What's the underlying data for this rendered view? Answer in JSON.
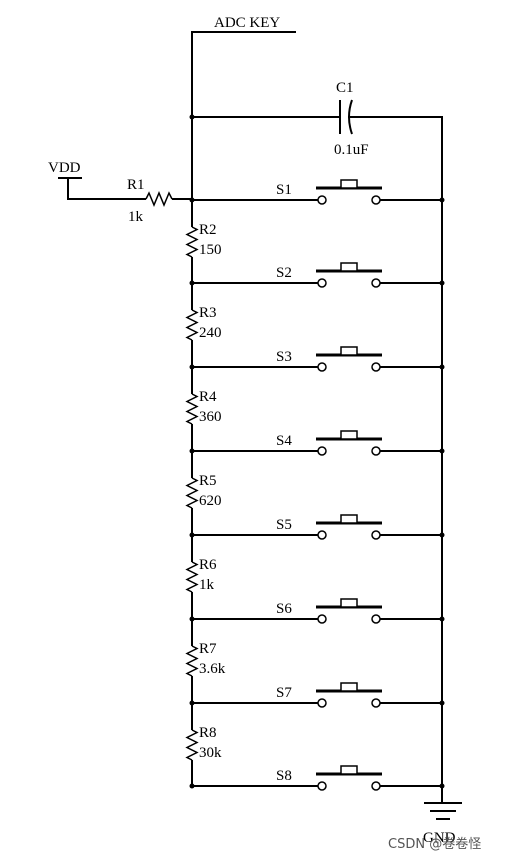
{
  "net_label": "ADC KEY",
  "vdd_label": "VDD",
  "gnd_label": "GND",
  "capacitor": {
    "name": "C1",
    "value": "0.1uF"
  },
  "r1": {
    "name": "R1",
    "value": "1k"
  },
  "ladder": [
    {
      "resistor": null,
      "switch": "S1"
    },
    {
      "resistor": {
        "name": "R2",
        "value": "150"
      },
      "switch": "S2"
    },
    {
      "resistor": {
        "name": "R3",
        "value": "240"
      },
      "switch": "S3"
    },
    {
      "resistor": {
        "name": "R4",
        "value": "360"
      },
      "switch": "S4"
    },
    {
      "resistor": {
        "name": "R5",
        "value": "620"
      },
      "switch": "S5"
    },
    {
      "resistor": {
        "name": "R6",
        "value": "1k"
      },
      "switch": "S6"
    },
    {
      "resistor": {
        "name": "R7",
        "value": "3.6k"
      },
      "switch": "S7"
    },
    {
      "resistor": {
        "name": "R8",
        "value": "30k"
      },
      "switch": "S8"
    }
  ],
  "watermark": "CSDN @卷卷怪"
}
